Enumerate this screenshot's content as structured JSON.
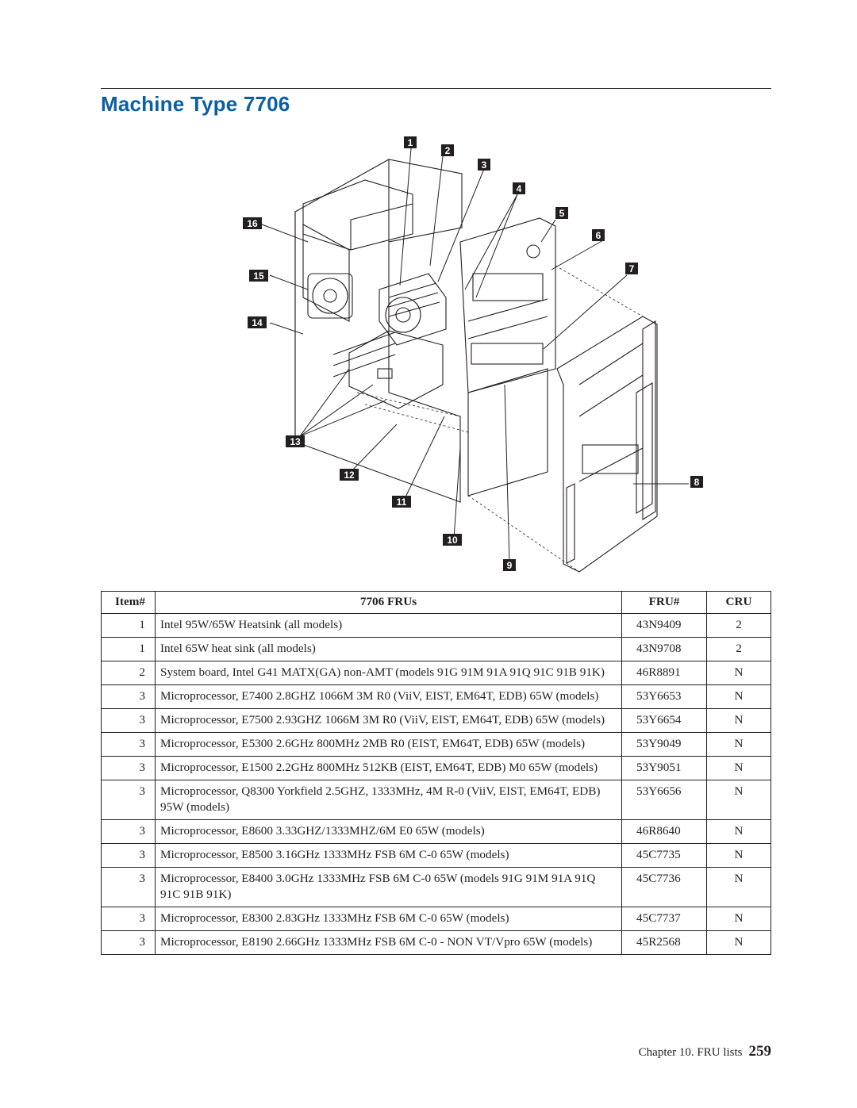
{
  "page": {
    "title": "Machine Type 7706",
    "footer_chapter": "Chapter 10. FRU lists",
    "page_number": "259"
  },
  "diagram": {
    "callouts": [
      "1",
      "2",
      "3",
      "4",
      "5",
      "6",
      "7",
      "8",
      "9",
      "10",
      "11",
      "12",
      "13",
      "14",
      "15",
      "16"
    ]
  },
  "table": {
    "headers": {
      "item": "Item#",
      "desc": "7706 FRUs",
      "fru": "FRU#",
      "cru": "CRU"
    },
    "rows": [
      {
        "item": "1",
        "desc": "Intel 95W/65W Heatsink (all models)",
        "fru": "43N9409",
        "cru": "2"
      },
      {
        "item": "1",
        "desc": "Intel 65W heat sink (all models)",
        "fru": "43N9708",
        "cru": "2"
      },
      {
        "item": "2",
        "desc": "System board, Intel G41 MATX(GA) non-AMT (models 91G 91M 91A 91Q 91C 91B 91K)",
        "fru": "46R8891",
        "cru": "N"
      },
      {
        "item": "3",
        "desc": "Microprocessor, E7400 2.8GHZ 1066M 3M R0 (ViiV, EIST, EM64T, EDB) 65W (models)",
        "fru": "53Y6653",
        "cru": "N"
      },
      {
        "item": "3",
        "desc": "Microprocessor, E7500 2.93GHZ 1066M 3M R0 (ViiV, EIST, EM64T, EDB) 65W (models)",
        "fru": "53Y6654",
        "cru": "N"
      },
      {
        "item": "3",
        "desc": "Microprocessor, E5300 2.6GHz 800MHz 2MB R0 (EIST, EM64T, EDB) 65W (models)",
        "fru": "53Y9049",
        "cru": "N"
      },
      {
        "item": "3",
        "desc": "Microprocessor, E1500 2.2GHz 800MHz 512KB (EIST, EM64T, EDB) M0 65W (models)",
        "fru": "53Y9051",
        "cru": "N"
      },
      {
        "item": "3",
        "desc": "Microprocessor, Q8300 Yorkfield 2.5GHZ, 1333MHz, 4M R-0 (ViiV, EIST, EM64T, EDB) 95W (models)",
        "fru": "53Y6656",
        "cru": "N"
      },
      {
        "item": "3",
        "desc": "Microprocessor, E8600 3.33GHZ/1333MHZ/6M E0 65W (models)",
        "fru": "46R8640",
        "cru": "N"
      },
      {
        "item": "3",
        "desc": "Microprocessor, E8500 3.16GHz 1333MHz FSB 6M C-0 65W (models)",
        "fru": "45C7735",
        "cru": "N"
      },
      {
        "item": "3",
        "desc": "Microprocessor, E8400 3.0GHz 1333MHz FSB 6M C-0 65W (models 91G 91M 91A 91Q 91C 91B 91K)",
        "fru": "45C7736",
        "cru": "N"
      },
      {
        "item": "3",
        "desc": "Microprocessor, E8300 2.83GHz 1333MHz FSB 6M C-0 65W (models)",
        "fru": "45C7737",
        "cru": "N"
      },
      {
        "item": "3",
        "desc": "Microprocessor, E8190 2.66GHz 1333MHz FSB 6M C-0 - NON VT/Vpro 65W (models)",
        "fru": "45R2568",
        "cru": "N"
      }
    ]
  }
}
